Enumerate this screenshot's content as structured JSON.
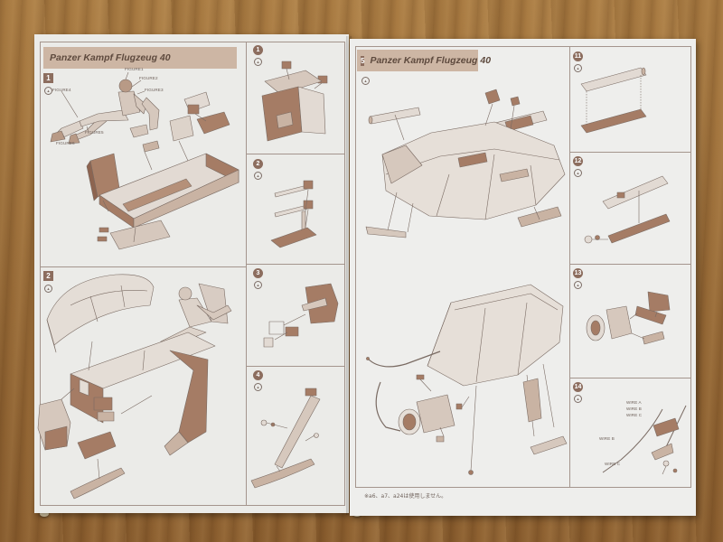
{
  "colors": {
    "wood": "#9e6f38",
    "paper": "#ebebe8",
    "header_tan": "#cdb6a4",
    "part_brown": "#a57c65",
    "badge": "#8c6d5e"
  },
  "left_page": {
    "header_title": "Panzer Kampf Flugzeug 40",
    "main_steps": [
      "1",
      "2"
    ],
    "sub_steps": [
      "1",
      "2",
      "3",
      "4"
    ],
    "figure_labels": [
      "FIGURE1",
      "FIGURE2",
      "FIGURE3",
      "FIGURE4",
      "FIGURE5",
      "FIGURE6"
    ],
    "marker_icon": "circle-triangle-icon"
  },
  "right_page": {
    "header_step": "5",
    "header_title": "Panzer Kampf Flugzeug 40",
    "sub_steps": [
      "11",
      "12",
      "13",
      "14"
    ],
    "wire_labels": [
      "WIRE A",
      "WIRE B",
      "WIRE C"
    ],
    "footnote": "※a6、a7、a24は使用しません。",
    "marker_icon": "circle-triangle-icon"
  }
}
